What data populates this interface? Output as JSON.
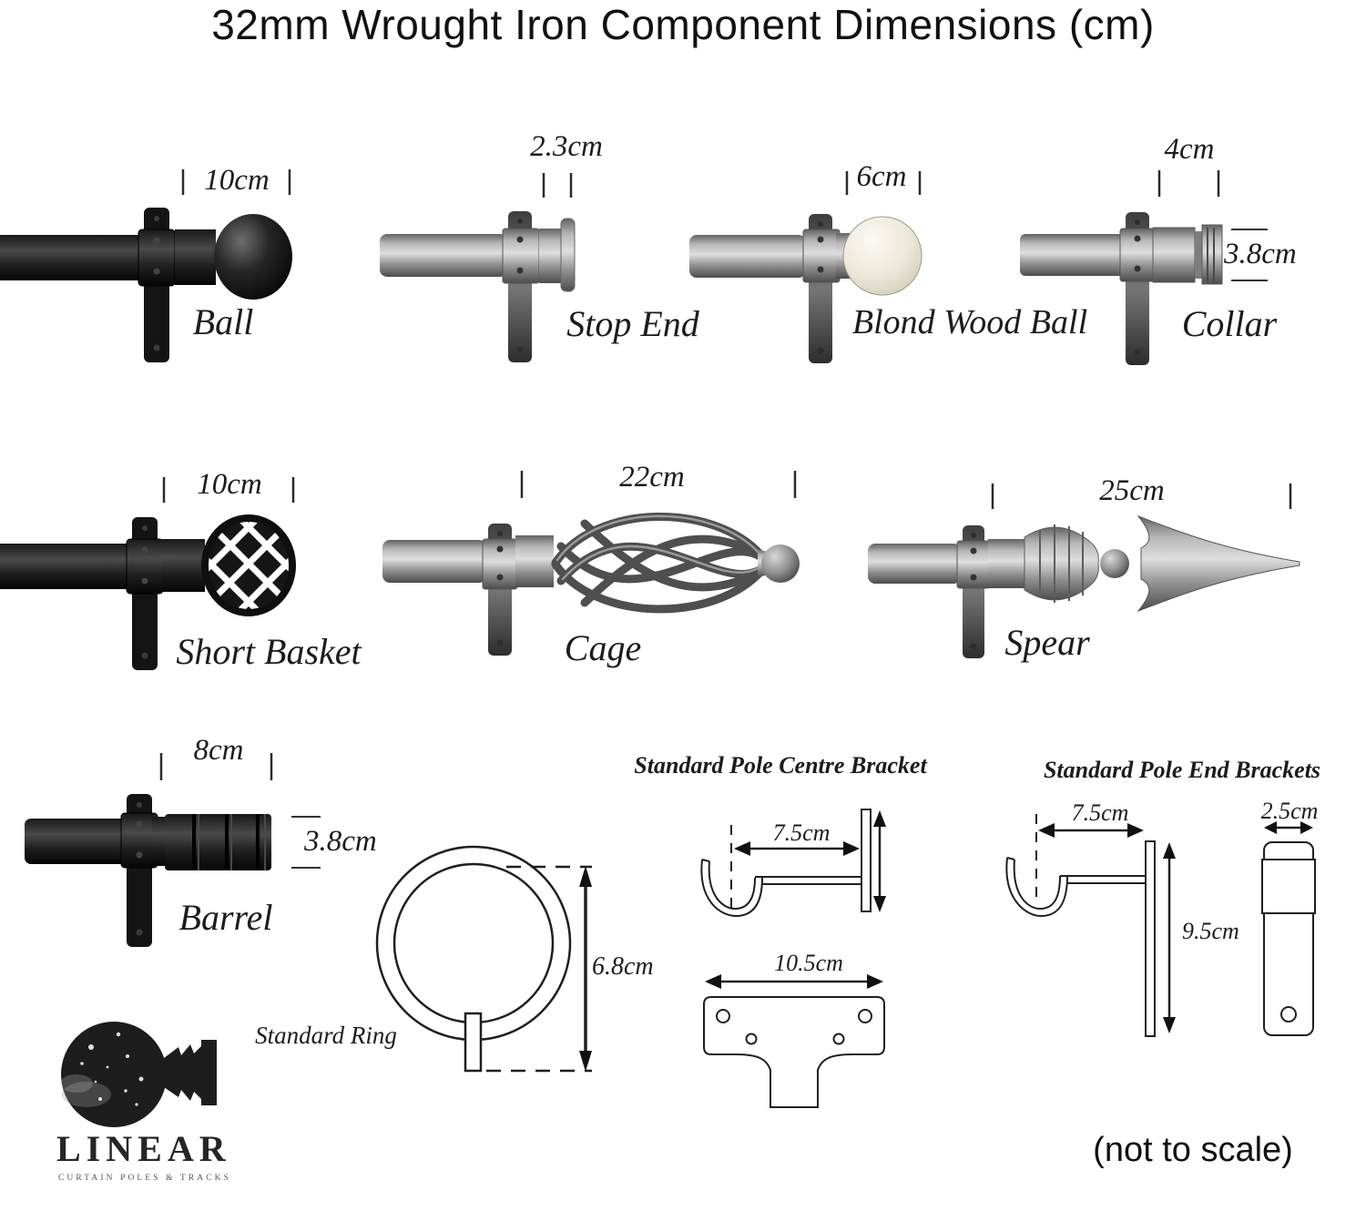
{
  "title": "32mm Wrought Iron Component Dimensions (cm)",
  "note": "(not to scale)",
  "logo": {
    "name": "LINEAR",
    "tagline": "CURTAIN POLES & TRACKS"
  },
  "components": {
    "ball": {
      "label": "Ball",
      "dim_width": "10cm"
    },
    "stop_end": {
      "label": "Stop End",
      "dim_width": "2.3cm"
    },
    "blond_wood_ball": {
      "label": "Blond Wood Ball",
      "dim_width": "6cm"
    },
    "collar": {
      "label": "Collar",
      "dim_width": "4cm",
      "dim_height": "3.8cm"
    },
    "short_basket": {
      "label": "Short Basket",
      "dim_width": "10cm"
    },
    "cage": {
      "label": "Cage",
      "dim_width": "22cm"
    },
    "spear": {
      "label": "Spear",
      "dim_width": "25cm"
    },
    "barrel": {
      "label": "Barrel",
      "dim_width": "8cm",
      "dim_height": "3.8cm"
    },
    "standard_ring": {
      "label": "Standard Ring",
      "dim_height": "6.8cm"
    },
    "centre_bracket": {
      "label": "Standard Pole Centre Bracket",
      "dim_projection": "7.5cm",
      "dim_plate_width": "10.5cm"
    },
    "end_brackets": {
      "label": "Standard Pole End Brackets",
      "dim_projection": "7.5cm",
      "dim_plate_height": "9.5cm",
      "dim_plate_width": "2.5cm"
    }
  },
  "colors": {
    "iron_black": "#1a1a1a",
    "steel_grey": "#9b9b9b",
    "blond_wood": "#ece8db",
    "diagram_line": "#1f1f1f"
  }
}
